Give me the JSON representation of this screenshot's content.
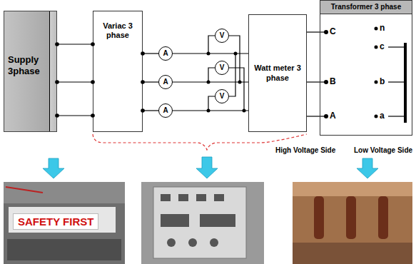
{
  "diagram": {
    "nodes": [
      {
        "text": [
          "Supply 3phase"
        ]
      },
      {
        "text": [
          "Variac 3 phase"
        ]
      },
      {
        "text": [
          "A"
        ]
      },
      {
        "text": [
          "A"
        ]
      },
      {
        "text": [
          "A"
        ]
      },
      {
        "text": [
          "V"
        ]
      },
      {
        "text": [
          "V"
        ]
      },
      {
        "text": [
          "V"
        ]
      },
      {
        "text": [
          "Watt meter 3 phase"
        ]
      },
      {
        "text": [
          "Transformer 3 phase"
        ]
      }
    ],
    "edges": [
      {
        "from": 0,
        "to": 1,
        "arrow": "none"
      },
      {
        "from": 0,
        "to": 1,
        "arrow": "none"
      },
      {
        "from": 0,
        "to": 1,
        "arrow": "none"
      },
      {
        "from": 1,
        "to": 2,
        "arrow": "none"
      },
      {
        "from": 1,
        "to": 3,
        "arrow": "none"
      },
      {
        "from": 1,
        "to": 4,
        "arrow": "none"
      },
      {
        "from": 2,
        "to": 8,
        "arrow": "none"
      },
      {
        "from": 3,
        "to": 8,
        "arrow": "none"
      },
      {
        "from": 4,
        "to": 8,
        "arrow": "none"
      },
      {
        "from": 8,
        "to": 9,
        "arrow": "none"
      },
      {
        "from": 8,
        "to": 9,
        "arrow": "none"
      },
      {
        "from": 8,
        "to": 9,
        "arrow": "none"
      }
    ],
    "labels": [
      "C",
      "B",
      "A",
      "n",
      "c",
      "b",
      "a",
      "High Voltage Side",
      "Low Voltage Side",
      "SAFETY FIRST"
    ]
  }
}
